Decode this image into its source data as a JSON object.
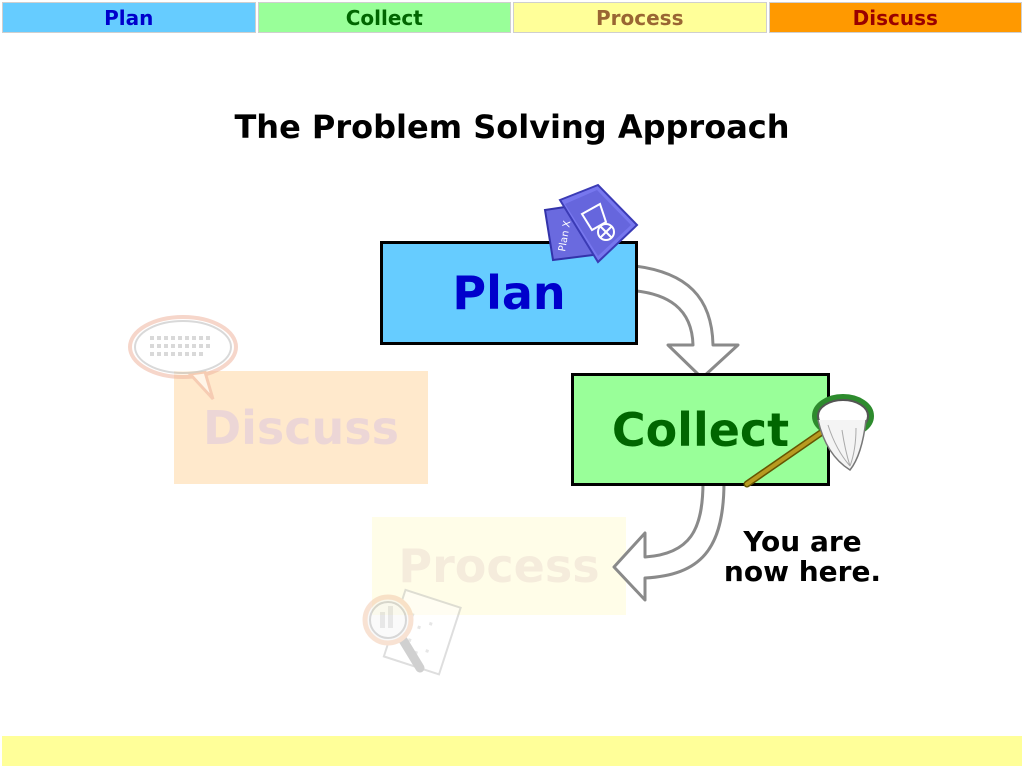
{
  "nav": {
    "tabs": [
      {
        "label": "Plan"
      },
      {
        "label": "Collect"
      },
      {
        "label": "Process"
      },
      {
        "label": "Discuss"
      }
    ]
  },
  "title": "The Problem Solving Approach",
  "steps": {
    "plan": "Plan",
    "collect": "Collect",
    "process": "Process",
    "discuss": "Discuss"
  },
  "plan_icon_text": "Plan X",
  "you_are_here": [
    "You are",
    "now here."
  ],
  "colors": {
    "plan": "#66ccff",
    "collect": "#99ff99",
    "process": "#ffff99",
    "discuss": "#ff9900"
  }
}
